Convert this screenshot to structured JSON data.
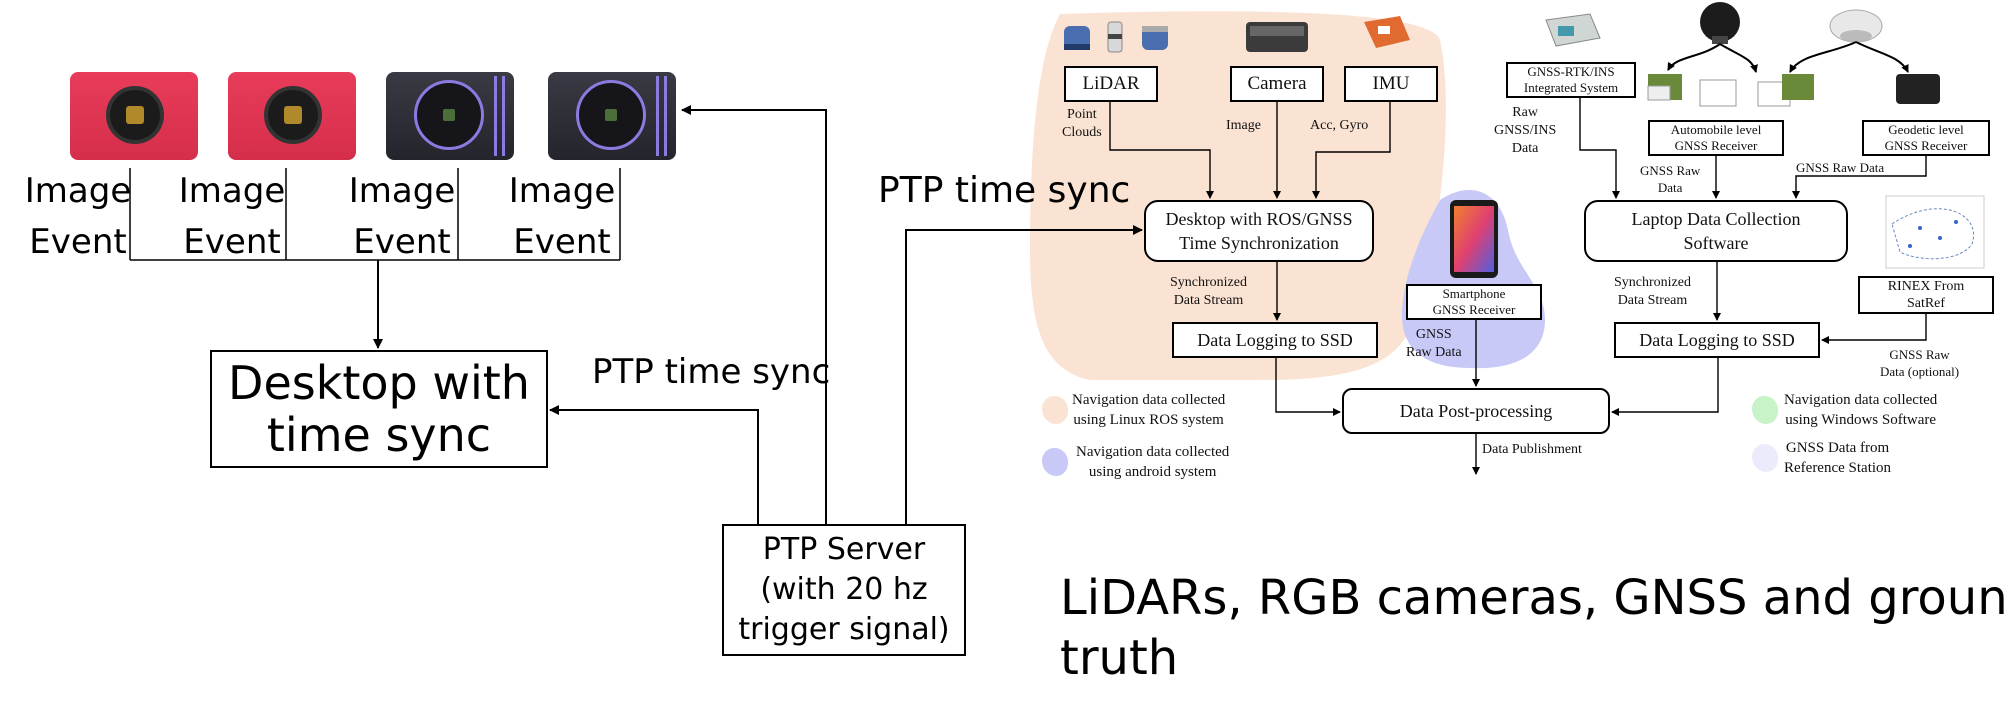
{
  "colors": {
    "ros_blob": "#fbe3d3",
    "android_blob": "#c9c9f8",
    "windows_dot": "#c8f2c8",
    "reference_dot": "#ecebfb",
    "camera_red": "#e03653",
    "camera_dark": "#2c2c34",
    "line": "#000000"
  },
  "left": {
    "camera_labels": [
      "Image\nEvent",
      "Image\nEvent",
      "Image\nEvent",
      "Image\nEvent"
    ],
    "desktop_box": "Desktop with\ntime sync",
    "ptp_sync_label_1": "PTP time sync",
    "ptp_sync_label_2": "PTP time sync",
    "ptp_server": "PTP Server\n(with 20 hz\ntrigger signal)"
  },
  "right": {
    "lidar": "LiDAR",
    "camera": "Camera",
    "imu": "IMU",
    "point_clouds": "Point\nClouds",
    "image": "Image",
    "acc_gyro": "Acc, Gyro",
    "desktop_ros": "Desktop with ROS/GNSS\nTime Synchronization",
    "sync_stream_1": "Synchronized\nData Stream",
    "data_logging_1": "Data Logging to SSD",
    "smartphone": "Smartphone\nGNSS Receiver",
    "gnss_raw_phone": "GNSS\nRaw Data",
    "gnss_rtk": "GNSS-RTK/INS\nIntegrated System",
    "raw_gnss_ins": "Raw\nGNSS/INS\nData",
    "auto_receiver": "Automobile level\nGNSS Receiver",
    "geodetic_receiver": "Geodetic level\nGNSS Receiver",
    "gnss_raw_auto": "GNSS Raw\nData",
    "gnss_raw_geo": "GNSS Raw Data",
    "laptop": "Laptop Data Collection\nSoftware",
    "sync_stream_2": "Synchronized\nData Stream",
    "data_logging_2": "Data Logging to SSD",
    "rinex": "RINEX From\nSatRef",
    "gnss_raw_optional": "GNSS Raw\nData (optional)",
    "post_processing": "Data Post-processing",
    "publishment": "Data Publishment",
    "legend_ros": "Navigation data collected\nusing Linux ROS system",
    "legend_android": "Navigation data collected\nusing android system",
    "legend_windows": "Navigation data collected\nusing Windows Software",
    "legend_reference": "GNSS Data from\nReference Station"
  },
  "caption": "LiDARs, RGB cameras, GNSS and ground\ntruth"
}
